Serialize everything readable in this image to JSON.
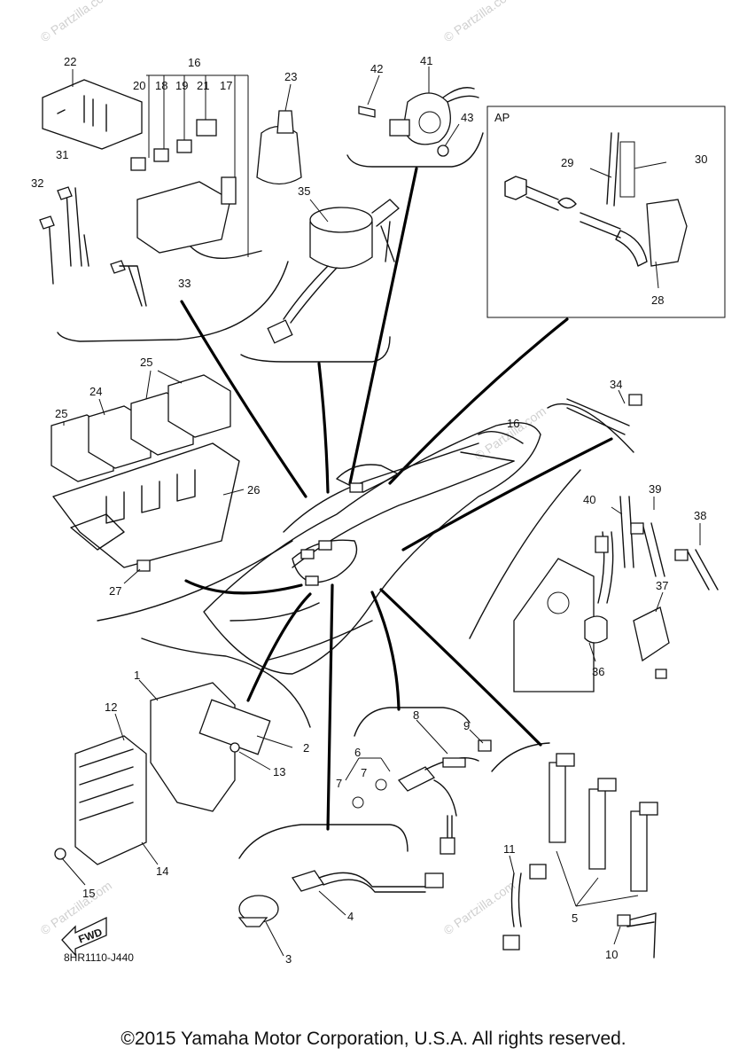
{
  "diagram_code": "8HR1110-J440",
  "copyright": "©2015 Yamaha Motor Corporation, U.S.A. All rights reserved.",
  "watermark": "© Partzilla.com",
  "inset_label": "AP",
  "fwd_label": "FWD",
  "callouts": [
    "1",
    "2",
    "3",
    "4",
    "5",
    "6",
    "7",
    "7",
    "8",
    "9",
    "10",
    "11",
    "12",
    "13",
    "14",
    "15",
    "16",
    "16",
    "17",
    "18",
    "19",
    "20",
    "21",
    "22",
    "23",
    "24",
    "25",
    "25",
    "26",
    "27",
    "28",
    "29",
    "30",
    "31",
    "32",
    "33",
    "34",
    "35",
    "36",
    "37",
    "38",
    "39",
    "40",
    "41",
    "42",
    "43"
  ]
}
